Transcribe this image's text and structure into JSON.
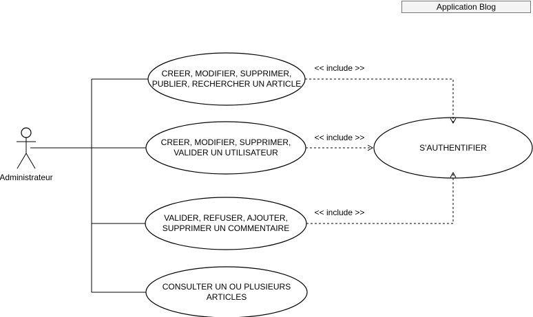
{
  "title": "Application Blog",
  "actor": {
    "label": "Administrateur"
  },
  "usecases": [
    {
      "lines": [
        "CREER, MODIFIER, SUPPRIMER,",
        "PUBLIER, RECHERCHER UN ARTICLE"
      ]
    },
    {
      "lines": [
        "CREER, MODIFIER, SUPPRIMER,",
        "VALIDER UN UTILISATEUR"
      ]
    },
    {
      "lines": [
        "VALIDER, REFUSER, AJOUTER,",
        "SUPPRIMER UN COMMENTAIRE"
      ]
    },
    {
      "lines": [
        "CONSULTER UN OU PLUSIEURS",
        "ARTICLES"
      ]
    }
  ],
  "auth": {
    "label": "S'AUTHENTIFIER"
  },
  "include_label": "<< include >>"
}
